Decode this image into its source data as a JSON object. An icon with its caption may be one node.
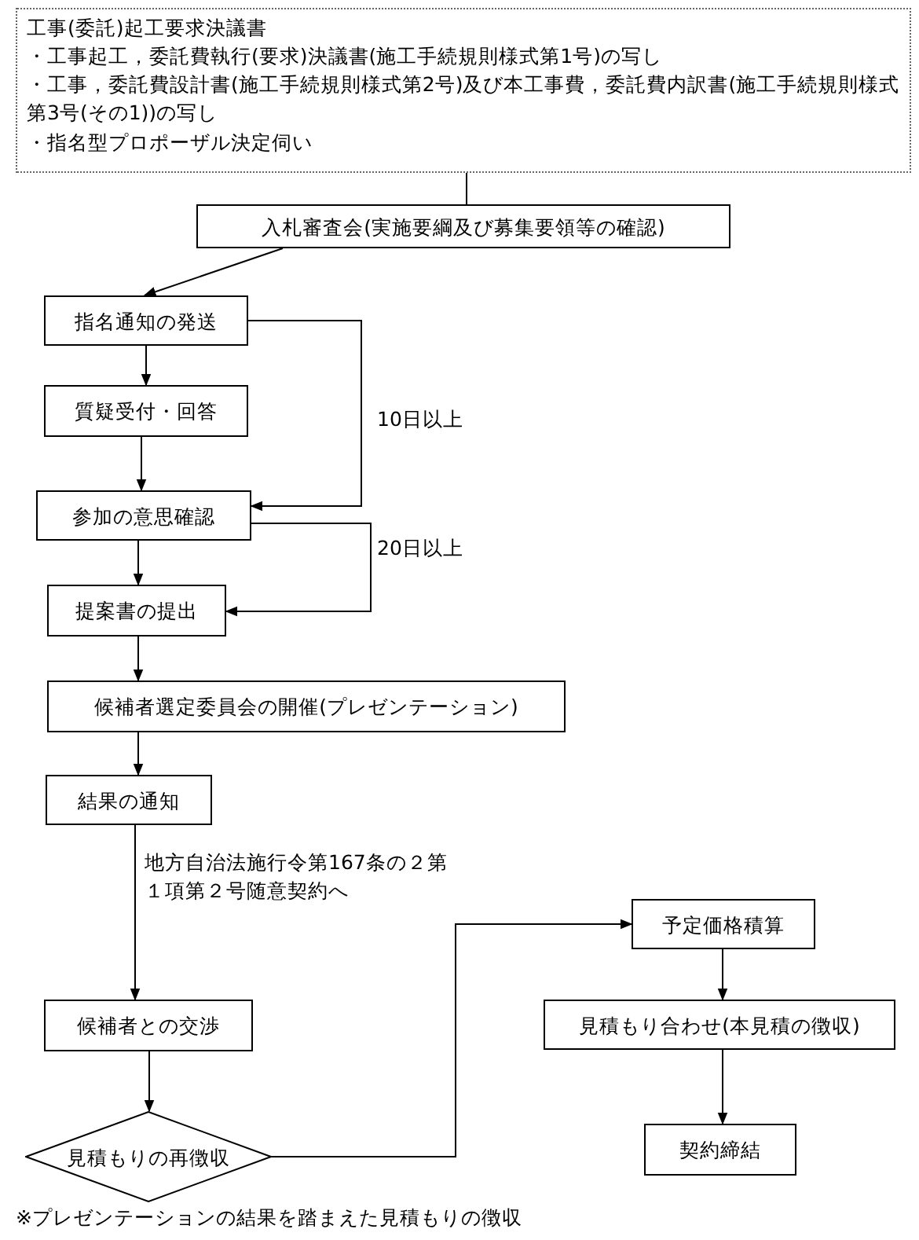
{
  "diagram": {
    "nodes": [
      {
        "text": [
          "工事(委託)起工要求決議書",
          "・工事起工，委託費執行(要求)決議書(施工手続規則様式第1号)の写し",
          "・工事，委託費設計書(施工手続規則様式第2号)及び本工事費，委託費内訳書(施工手続規則様式第3号(その1))の写し",
          "・指名型プロポーザル決定伺い"
        ]
      },
      {
        "text": [
          "入札審査会(実施要綱及び募集要領等の確認)"
        ]
      },
      {
        "text": [
          "指名通知の発送"
        ]
      },
      {
        "text": [
          "質疑受付・回答"
        ]
      },
      {
        "text": [
          "参加の意思確認"
        ]
      },
      {
        "text": [
          "提案書の提出"
        ]
      },
      {
        "text": [
          "候補者選定委員会の開催(プレゼンテーション)"
        ]
      },
      {
        "text": [
          "結果の通知"
        ]
      },
      {
        "text": [
          "候補者との交渉"
        ]
      },
      {
        "text": [
          "見積もりの再徴収"
        ],
        "beside": [
          "※プレゼンテーションの結果を踏まえた見積もりの徴収"
        ]
      },
      {
        "text": [
          "予定価格積算"
        ]
      },
      {
        "text": [
          "見積もり合わせ(本見積の徴収)"
        ]
      },
      {
        "text": [
          "契約締結"
        ]
      }
    ],
    "edges": [
      {
        "from": 0,
        "to": 1,
        "arrow": "none"
      },
      {
        "from": 1,
        "to": 2,
        "arrow": "to"
      },
      {
        "from": 2,
        "to": 3,
        "arrow": "to"
      },
      {
        "from": 3,
        "to": 4,
        "arrow": "to"
      },
      {
        "from": 2,
        "to": 4,
        "arrow": "to",
        "label": "10日以上"
      },
      {
        "from": 4,
        "to": 5,
        "arrow": "to"
      },
      {
        "from": 4,
        "to": 5,
        "arrow": "to",
        "label": "20日以上"
      },
      {
        "from": 5,
        "to": 6,
        "arrow": "to"
      },
      {
        "from": 6,
        "to": 7,
        "arrow": "to"
      },
      {
        "from": 7,
        "to": 8,
        "arrow": "to",
        "label": "地方自治法施行令第167条の２第１項第２号随意契約へ"
      },
      {
        "from": 8,
        "to": 9,
        "arrow": "to"
      },
      {
        "from": 9,
        "to": 10,
        "arrow": "to"
      },
      {
        "from": 10,
        "to": 11,
        "arrow": "to"
      },
      {
        "from": 11,
        "to": 12,
        "arrow": "to"
      }
    ]
  }
}
